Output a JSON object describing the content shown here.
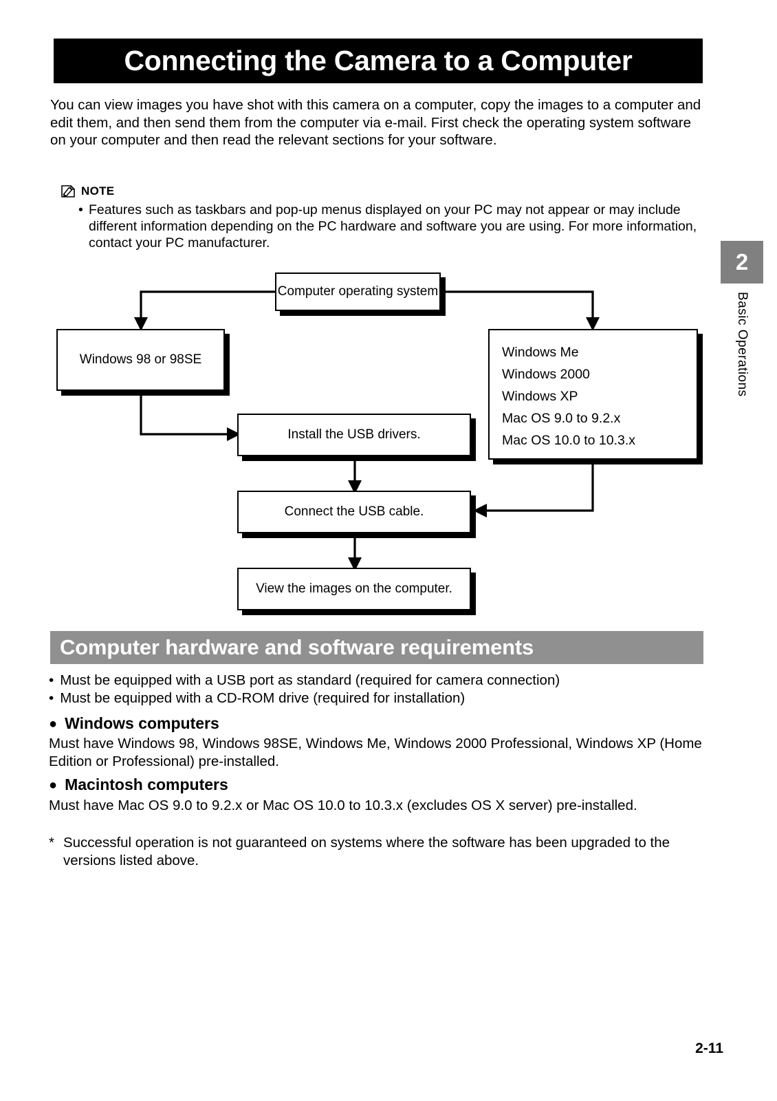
{
  "page": {
    "title": "Connecting the Camera to a Computer",
    "number": "2-11"
  },
  "intro": "You can view images you have shot with this camera on a computer, copy the images to a computer and edit them, and then send them from the computer via e-mail. First check the operating system software on your computer and then read the relevant sections for your software.",
  "note": {
    "icon": "pencil-note-icon",
    "label": "NOTE",
    "bullet": "•",
    "text": "Features such as taskbars and pop-up menus displayed on your PC may not appear or may include different information depending on the PC hardware and software you are using. For more information, contact your PC manufacturer."
  },
  "flowchart": {
    "boxes": {
      "root": "Computer operating system",
      "win98": "Windows 98 or 98SE",
      "os_list": [
        "Windows Me",
        "Windows 2000",
        "Windows XP",
        "Mac OS 9.0 to 9.2.x",
        "Mac OS 10.0 to 10.3.x"
      ],
      "install": "Install the USB drivers.",
      "connect": "Connect the USB cable.",
      "view": "View the images on the computer."
    }
  },
  "requirements": {
    "section_title": "Computer hardware and software requirements",
    "bullet": "•",
    "items": [
      "Must be equipped with a USB port as standard (required for camera connection)",
      "Must be equipped with a CD-ROM drive (required for installation)"
    ],
    "windows": {
      "dot": "●",
      "heading": "Windows computers",
      "body": "Must have Windows 98, Windows 98SE, Windows Me, Windows 2000 Professional, Windows XP (Home Edition or Professional) pre-installed."
    },
    "macintosh": {
      "dot": "●",
      "heading": "Macintosh computers",
      "body": "Must have Mac OS 9.0 to 9.2.x or Mac OS 10.0 to 10.3.x (excludes OS X server) pre-installed."
    },
    "footnote_marker": "*",
    "footnote": "Successful operation is not guaranteed on systems where the software has been upgraded to the versions listed above."
  },
  "chapter_tab": {
    "number": "2",
    "label": "Basic Operations"
  },
  "colors": {
    "title_bar": "#000000",
    "section_bar": "#909090",
    "chapter_tab": "#808080",
    "text": "#000000"
  }
}
